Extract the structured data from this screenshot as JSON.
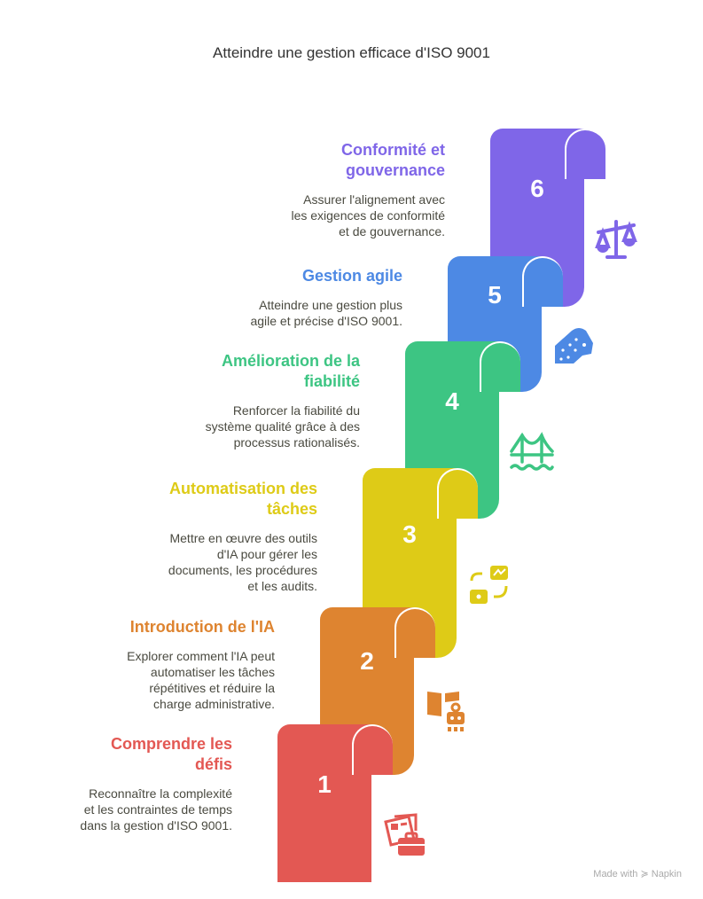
{
  "title": "Atteindre une gestion efficace d'ISO 9001",
  "footer": "Made with ≽ Napkin",
  "steps": [
    {
      "number": "1",
      "color": "#E35853",
      "title": [
        "Comprendre les",
        "défis"
      ],
      "desc": [
        "Reconnaître la complexité",
        "et les contraintes de temps",
        "dans la gestion d'ISO 9001."
      ],
      "icon": "briefcase-documents-icon"
    },
    {
      "number": "2",
      "color": "#DE8430",
      "title": [
        "Introduction de l'IA"
      ],
      "desc": [
        "Explorer comment l'IA peut",
        "automatiser les tâches",
        "répétitives et réduire la",
        "charge administrative."
      ],
      "icon": "book-robot-icon"
    },
    {
      "number": "3",
      "color": "#DECB17",
      "title": [
        "Automatisation des",
        "tâches"
      ],
      "desc": [
        "Mettre en œuvre des outils",
        "d'IA pour gérer les",
        "documents, les procédures",
        "et les audits."
      ],
      "icon": "automation-workflow-icon"
    },
    {
      "number": "4",
      "color": "#3DC583",
      "title": [
        "Amélioration de la",
        "fiabilité"
      ],
      "desc": [
        "Renforcer la fiabilité du",
        "système qualité grâce à des",
        "processus rationalisés."
      ],
      "icon": "bridge-icon"
    },
    {
      "number": "5",
      "color": "#4D89E4",
      "title": [
        "Gestion agile"
      ],
      "desc": [
        "Atteindre une gestion plus",
        "agile et précise d'ISO 9001."
      ],
      "icon": "cheetah-icon"
    },
    {
      "number": "6",
      "color": "#7F66E8",
      "title": [
        "Conformité et",
        "gouvernance"
      ],
      "desc": [
        "Assurer l'alignement avec",
        "les exigences de conformité",
        "et de gouvernance."
      ],
      "icon": "scales-icon"
    }
  ]
}
